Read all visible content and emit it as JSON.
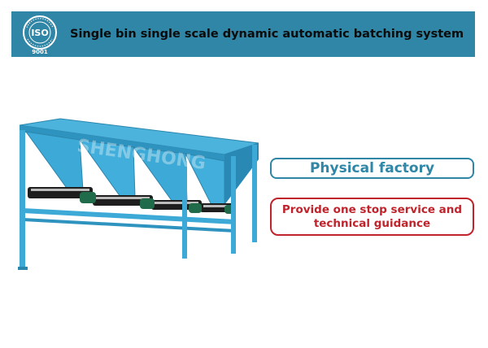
{
  "header": {
    "title": "Single bin single scale dynamic automatic batching system",
    "badge": {
      "logo_text": "ISO",
      "ring_text": "International Organization for Standardization",
      "number": "9001"
    },
    "background_color": "#2f86a6"
  },
  "machine_image": {
    "icon": "batching-machine-illustration",
    "watermark_text": "SHENGHONG",
    "frame_color": "#3ca9d6"
  },
  "features": {
    "primary_label": "Physical factory",
    "primary_color": "#2f86a6",
    "secondary_label": "Provide one stop service and technical guidance",
    "secondary_color": "#c0232b"
  }
}
